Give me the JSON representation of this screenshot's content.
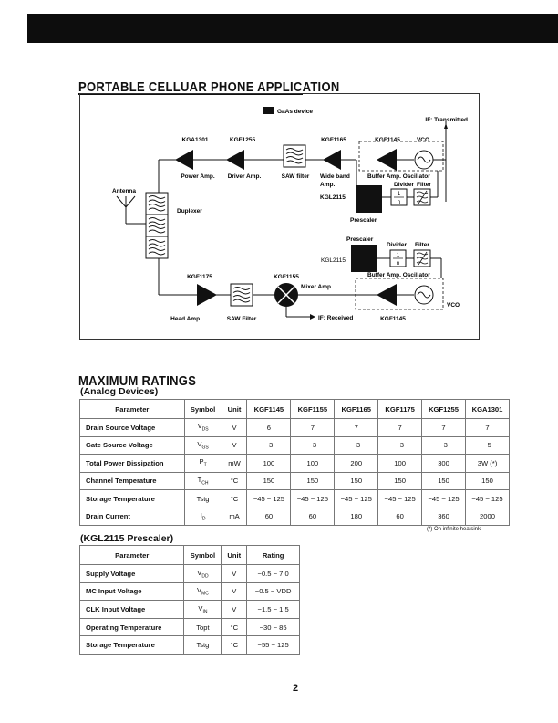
{
  "section1": {
    "title": "PORTABLE CELLUAR PHONE APPLICATION"
  },
  "diagram": {
    "legend": "GaAs device",
    "if_transmitted": "IF: Transmitted",
    "if_received": "IF: Received",
    "tx": {
      "kga1301": "KGA1301",
      "kgf1255": "KGF1255",
      "kgf1165": "KGF1165",
      "kgf1145": "KGF1145",
      "vco": "VCO",
      "power_amp": "Power Amp.",
      "driver_amp": "Driver Amp.",
      "saw_filter": "SAW filter",
      "wide_band_1": "Wide band",
      "wide_band_2": "Amp.",
      "buffer_osc": "Buffer Amp. Oscillator",
      "divider": "Divider",
      "filter": "Filter",
      "kgl2115": "KGL2115",
      "prescaler": "Prescaler"
    },
    "antenna": "Antenna",
    "duplexer": "Duplexer",
    "rx": {
      "prescaler": "Prescaler",
      "divider": "Divider",
      "filter": "Filter",
      "kgl2115": "KGL2115",
      "buffer_osc": "Buffer Amp. Oscillator",
      "kgf1175": "KGF1175",
      "kgf1155": "KGF1155",
      "mixer_amp": "Mixer Amp.",
      "vco": "VCO",
      "head_amp": "Head Amp.",
      "saw_filter": "SAW Filter",
      "kgf1145": "KGF1145"
    },
    "divider_num": "1",
    "divider_den": "n"
  },
  "section2": {
    "title": "MAXIMUM RATINGS",
    "subtitle": "(Analog Devices)"
  },
  "table1": {
    "headers": [
      "Parameter",
      "Symbol",
      "Unit",
      "KGF1145",
      "KGF1155",
      "KGF1165",
      "KGF1175",
      "KGF1255",
      "KGA1301"
    ],
    "rows": [
      [
        "Drain Source Voltage",
        "V",
        "DS",
        "V",
        "6",
        "7",
        "7",
        "7",
        "7",
        "7"
      ],
      [
        "Gate Source Voltage",
        "V",
        "GS",
        "V",
        "−3",
        "−3",
        "−3",
        "−3",
        "−3",
        "−5"
      ],
      [
        "Total Power Dissipation",
        "P",
        "T",
        "mW",
        "100",
        "100",
        "200",
        "100",
        "300",
        "3W (*)"
      ],
      [
        "Channel Temperature",
        "T",
        "CH",
        "°C",
        "150",
        "150",
        "150",
        "150",
        "150",
        "150"
      ],
      [
        "Storage Temperature",
        "Tstg",
        "",
        "°C",
        "−45 ~ 125",
        "−45 ~ 125",
        "−45 ~ 125",
        "−45 ~ 125",
        "−45 ~ 125",
        "−45 ~ 125"
      ],
      [
        "Drain Current",
        "I",
        "D",
        "mA",
        "60",
        "60",
        "180",
        "60",
        "360",
        "2000"
      ]
    ],
    "footnote": "(*) On infinite heatsink"
  },
  "section3": {
    "subtitle": "(KGL2115 Prescaler)"
  },
  "table2": {
    "headers": [
      "Parameter",
      "Symbol",
      "Unit",
      "Rating"
    ],
    "rows": [
      [
        "Supply Voltage",
        "V",
        "DD",
        "V",
        "−0.5 ~ 7.0"
      ],
      [
        "MC Input Voltage",
        "V",
        "MC",
        "V",
        "−0.5 ~ VDD"
      ],
      [
        "CLK Input Voltage",
        "V",
        "IN",
        "V",
        "−1.5 ~ 1.5"
      ],
      [
        "Operating Temperature",
        "Topt",
        "",
        "°C",
        "−30 ~ 85"
      ],
      [
        "Storage Temperature",
        "Tstg",
        "",
        "°C",
        "−55 ~ 125"
      ]
    ]
  },
  "page_number": "2"
}
